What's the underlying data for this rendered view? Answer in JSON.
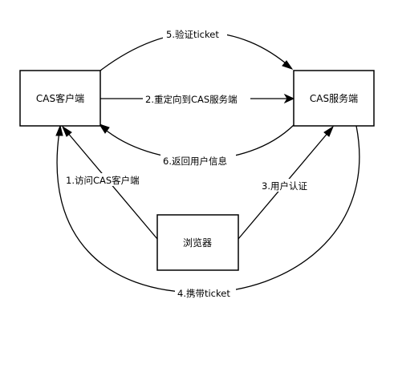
{
  "nodes": {
    "cas_client": {
      "label": "CAS客户端"
    },
    "cas_server": {
      "label": "CAS服务端"
    },
    "browser": {
      "label": "浏览器"
    }
  },
  "edges": {
    "e1": {
      "label": "1.访问CAS客户端"
    },
    "e2": {
      "label": "2.重定向到CAS服务端"
    },
    "e3": {
      "label": "3.用户认证"
    },
    "e4": {
      "label": "4.携带ticket"
    },
    "e5": {
      "label": "5.验证ticket"
    },
    "e6": {
      "label": "6.返回用户信息"
    }
  },
  "colors": {
    "stroke": "#000000",
    "background": "#ffffff"
  }
}
